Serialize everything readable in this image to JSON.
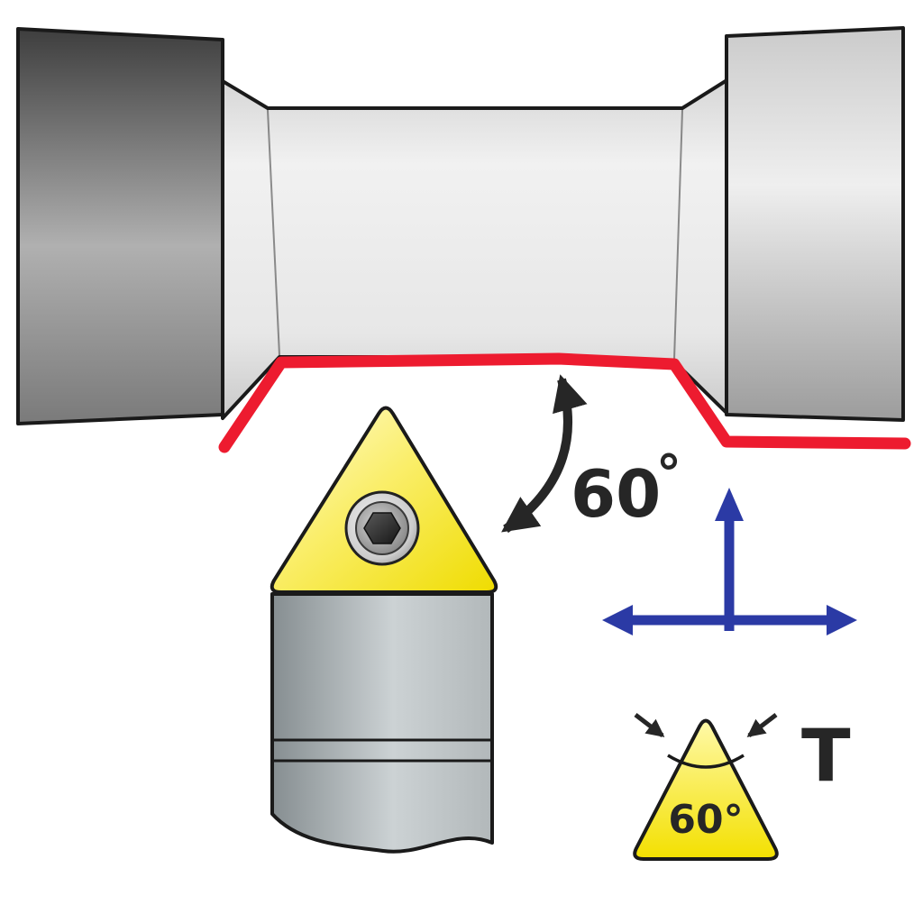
{
  "diagram": {
    "kind": "lathe-turning-tool-with-triangular-insert",
    "labels": {
      "main_angle_value": "60",
      "main_angle_degree": "°",
      "icon_angle": "60°",
      "insert_type": "T"
    }
  },
  "colors": {
    "cut_path_red": "#ED1B2F",
    "feed_arrow_blue": "#2B3AA5",
    "insert_yellow": "#F2DE00",
    "outline_black": "#1A1A1A",
    "annotation_dark": "#262626"
  }
}
